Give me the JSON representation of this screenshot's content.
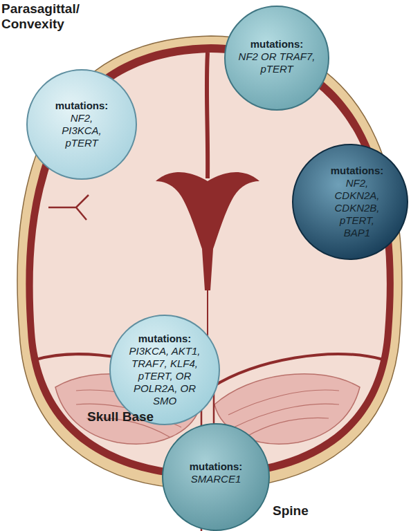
{
  "diagram": {
    "nodes": [
      {
        "text": [
          "mutations:",
          "NF2, PI3KCA, pTERT"
        ]
      },
      {
        "text": [
          "mutations:",
          "NF2 OR TRAF7, pTERT"
        ]
      },
      {
        "text": [
          "mutations:",
          "NF2, CDKN2A, CDKN2B, pTERT, BAP1"
        ]
      },
      {
        "text": [
          "mutations:",
          "PI3KCA, AKT1, TRAF7, KLF4, pTERT, OR POLR2A, OR SMO"
        ]
      },
      {
        "text": [
          "mutations:",
          "SMARCE1"
        ]
      }
    ],
    "labels": [
      "Parasagittal/ Convexity",
      "Skull Base",
      "Spine"
    ]
  }
}
